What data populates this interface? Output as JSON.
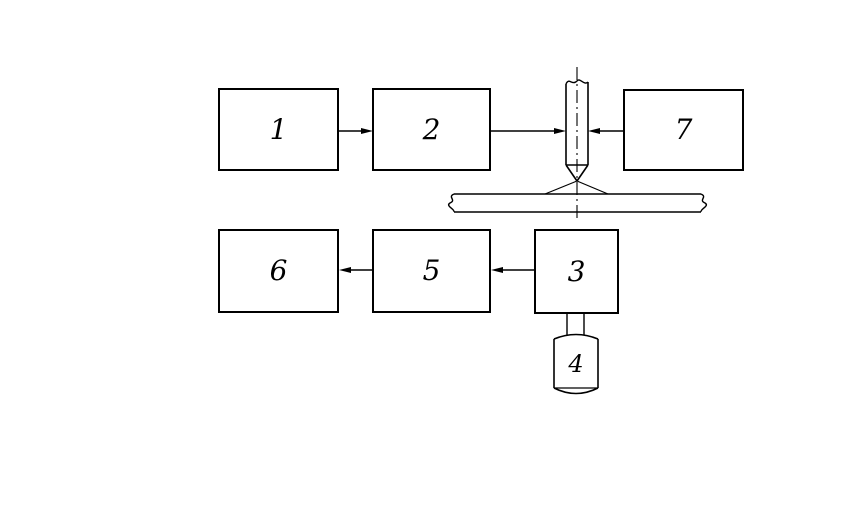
{
  "diagram": {
    "background_color": "#ffffff",
    "line_color": "#000000",
    "blocks": [
      {
        "label": "1"
      },
      {
        "label": "2"
      },
      {
        "label": "3"
      },
      {
        "label": "4"
      },
      {
        "label": "5"
      },
      {
        "label": "6"
      },
      {
        "label": "7"
      }
    ]
  }
}
